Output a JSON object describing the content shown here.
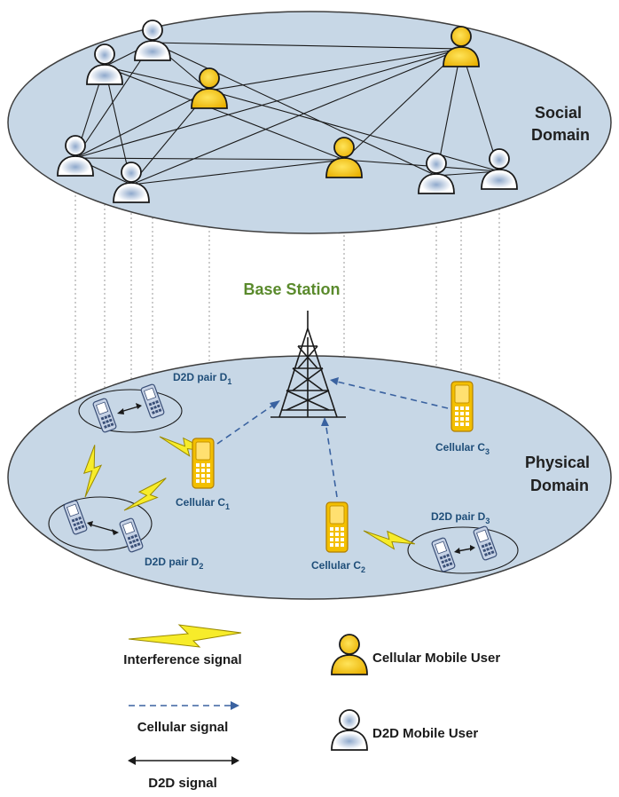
{
  "colors": {
    "domain_fill": "#c7d7e6",
    "domain_stroke": "#3e3e3e",
    "link": "#1a1a1a",
    "dotted": "#9a9a9a",
    "cellular_user": "#f2c200",
    "d2d_user": "#ffffff",
    "d2d_user_tint": "#9fb8d6",
    "label_blue": "#1f4e79",
    "base_station_text": "#5a8a2c",
    "interference": "#f5ea2a",
    "cellular_signal": "#3a62a0"
  },
  "social_domain": {
    "label_line1": "Social",
    "label_line2": "Domain",
    "cellular_user_icon": "cellular-mobile-user-icon",
    "d2d_user_icon": "d2d-mobile-user-icon"
  },
  "physical_domain": {
    "label_line1": "Physical",
    "label_line2": "Domain",
    "base_station": "Base Station",
    "tower_icon": "base-station-tower-icon",
    "phone_icon": "mobile-phone-icon",
    "cellular_users": [
      {
        "id": "c1",
        "label": "Cellular C",
        "sub": "1"
      },
      {
        "id": "c2",
        "label": "Cellular C",
        "sub": "2"
      },
      {
        "id": "c3",
        "label": "Cellular C",
        "sub": "3"
      }
    ],
    "d2d_pairs": [
      {
        "id": "d1",
        "label": "D2D pair D",
        "sub": "1"
      },
      {
        "id": "d2",
        "label": "D2D pair D",
        "sub": "2"
      },
      {
        "id": "d3",
        "label": "D2D pair D",
        "sub": "3"
      }
    ]
  },
  "legend": {
    "interference": "Interference signal",
    "cellular_signal": "Cellular signal",
    "d2d_signal": "D2D signal",
    "cellular_user": "Cellular Mobile  User",
    "d2d_user": "D2D Mobile  User"
  }
}
